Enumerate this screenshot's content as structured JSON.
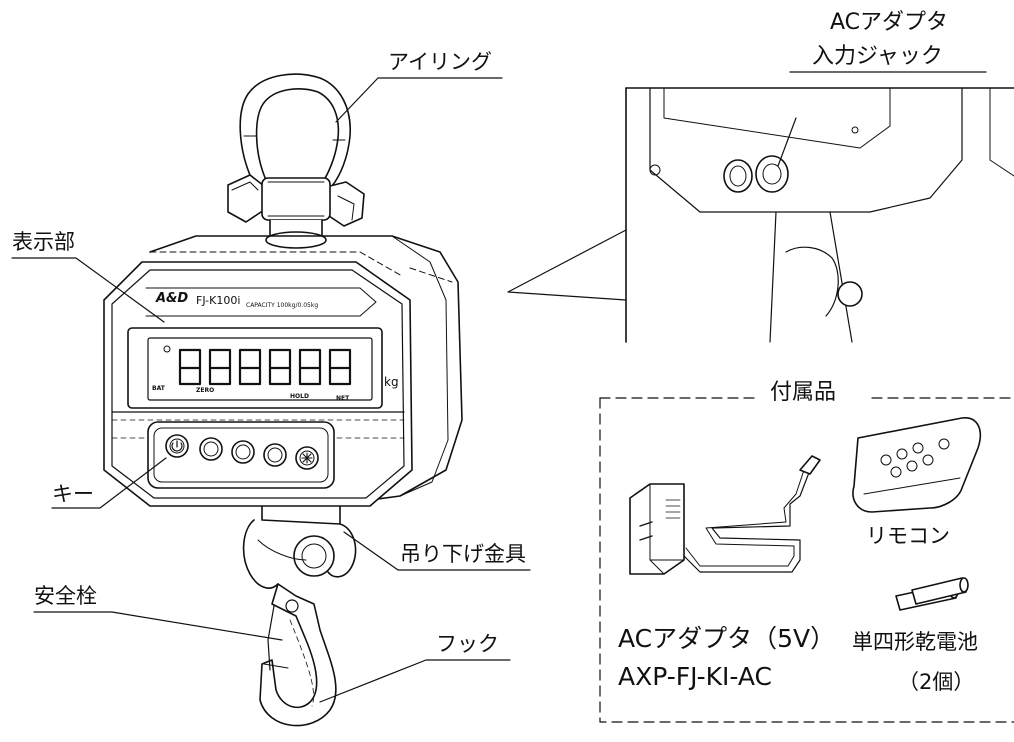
{
  "colors": {
    "line": "#111111",
    "background": "#ffffff"
  },
  "device": {
    "brand_logo": "A&D",
    "model": "FJ-K100i",
    "capacity": "CAPACITY 100kg/0.05kg",
    "display_digits": "8.8.8.8.8.8",
    "unit": "kg",
    "indicators": {
      "battery": "BAT",
      "zero": "ZERO",
      "hold": "HOLD",
      "net": "NET"
    },
    "keys": [
      "power-icon",
      "zero-icon",
      "tare-icon",
      "hold-icon",
      "asterisk-icon"
    ]
  },
  "labels": {
    "ac_jack_line1": "ACアダプタ",
    "ac_jack_line2": "入力ジャック",
    "eye_ring": "アイリング",
    "display": "表示部",
    "key": "キー",
    "hanger": "吊り下げ金具",
    "safety_pin": "安全栓",
    "hook": "フック"
  },
  "accessories": {
    "title": "付属品",
    "adapter_line1": "ACアダプタ（5V）",
    "adapter_line2": "AXP-FJ-KI-AC",
    "remote": "リモコン",
    "battery_line1": "単四形乾電池",
    "battery_line2": "（2個）"
  }
}
